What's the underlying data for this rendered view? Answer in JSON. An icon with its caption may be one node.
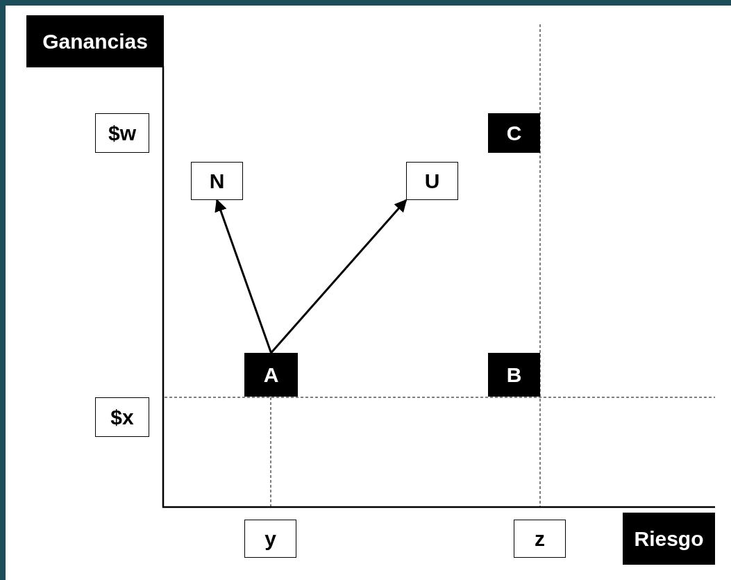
{
  "diagram": {
    "nodes": [
      {
        "text": [
          "Ganancias"
        ]
      },
      {
        "text": [
          "$w"
        ]
      },
      {
        "text": [
          "C"
        ]
      },
      {
        "text": [
          "N"
        ]
      },
      {
        "text": [
          "U"
        ]
      },
      {
        "text": [
          "A"
        ]
      },
      {
        "text": [
          "B"
        ]
      },
      {
        "text": [
          "$x"
        ]
      },
      {
        "text": [
          "y"
        ]
      },
      {
        "text": [
          "z"
        ]
      },
      {
        "text": [
          "Riesgo"
        ]
      }
    ],
    "edges": [
      {
        "from": 5,
        "to": 3,
        "arrow": "to"
      },
      {
        "from": 5,
        "to": 4,
        "arrow": "to"
      }
    ]
  }
}
